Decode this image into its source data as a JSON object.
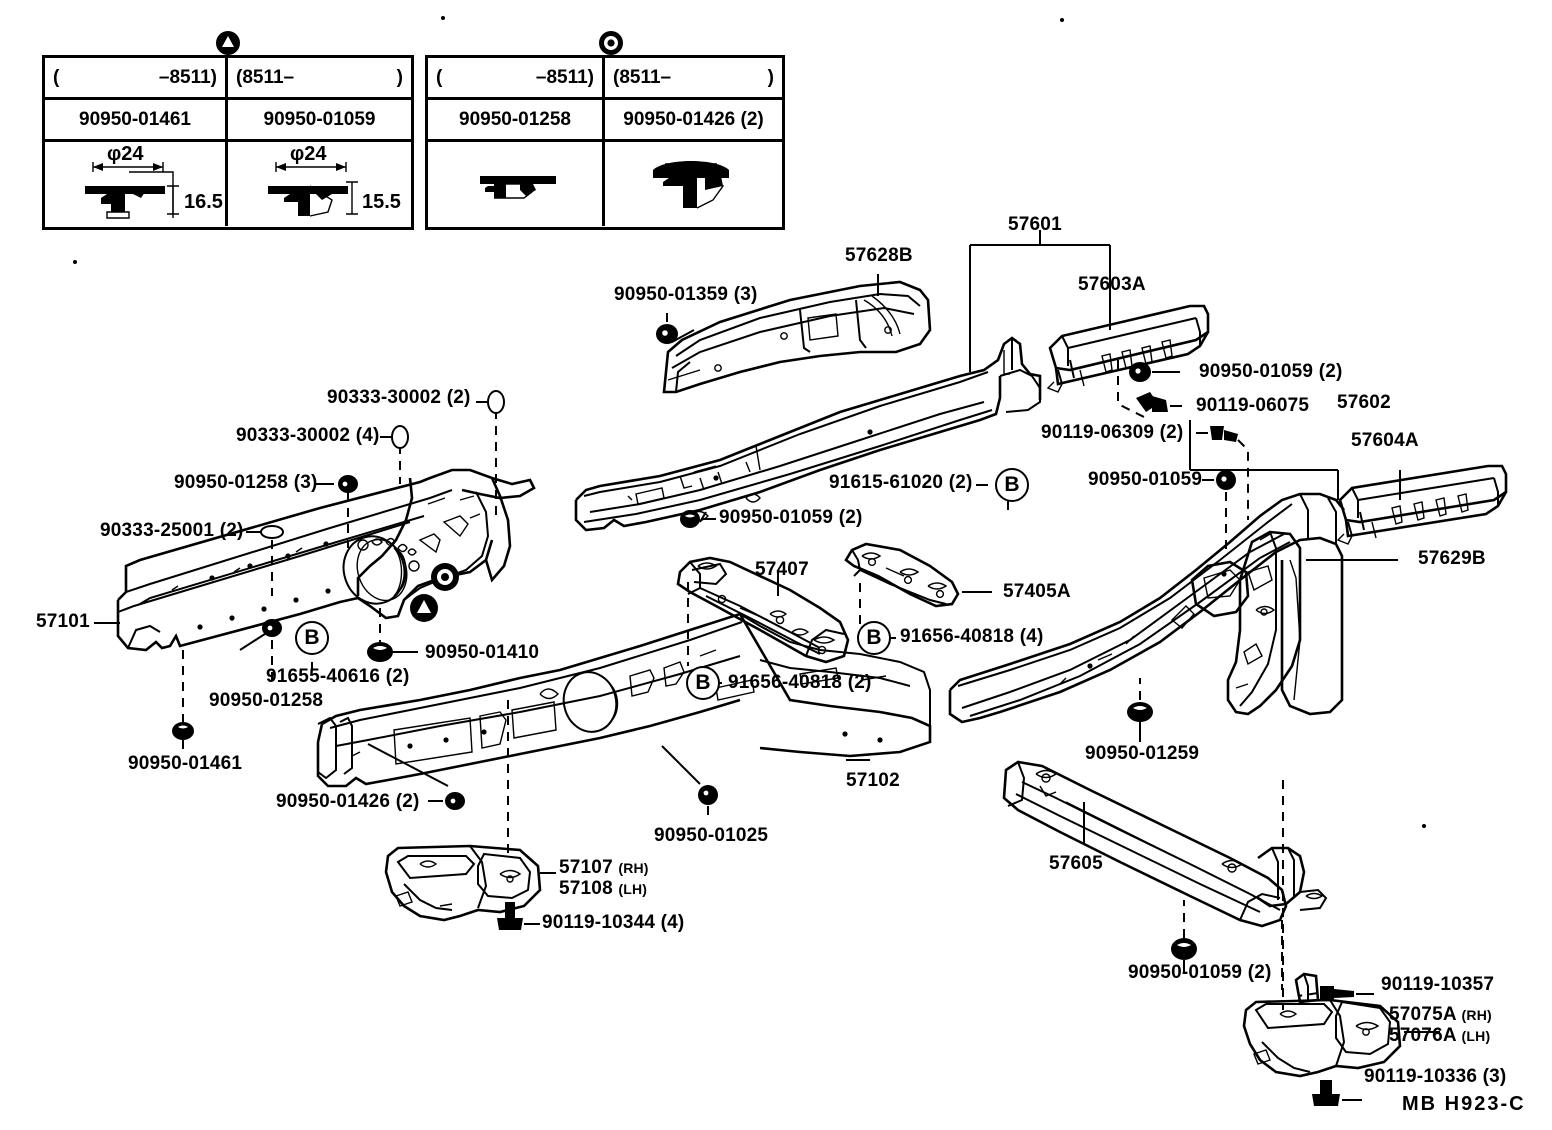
{
  "diagram": {
    "footer_code": "MB H923-C",
    "clip_tables": [
      {
        "marker": "triangle",
        "columns": [
          {
            "range_left": "(",
            "range_mid": "–8511)",
            "range_right": "",
            "part_no": "90950-01461",
            "dim_diameter": "φ24",
            "dim_height": "16.5"
          },
          {
            "range_left": "(8511–",
            "range_mid": "",
            "range_right": ")",
            "part_no": "90950-01059",
            "dim_diameter": "φ24",
            "dim_height": "15.5"
          }
        ]
      },
      {
        "marker": "circle-dot",
        "columns": [
          {
            "range_left": "(",
            "range_mid": "–8511)",
            "range_right": "",
            "part_no": "90950-01258",
            "dim_diameter": "",
            "dim_height": ""
          },
          {
            "range_left": "(8511–",
            "range_mid": "",
            "range_right": ")",
            "part_no": "90950-01426 (2)",
            "dim_diameter": "",
            "dim_height": ""
          }
        ]
      }
    ],
    "labels": [
      {
        "id": "l_90333_30002_2",
        "text": "90333-30002",
        "qty": "(2)"
      },
      {
        "id": "l_90333_30002_4",
        "text": "90333-30002",
        "qty": "(4)"
      },
      {
        "id": "l_90950_01258_3",
        "text": "90950-01258",
        "qty": "(3)"
      },
      {
        "id": "l_90333_25001_2",
        "text": "90333-25001",
        "qty": "(2)"
      },
      {
        "id": "l_57101",
        "text": "57101",
        "qty": ""
      },
      {
        "id": "l_91655_40616_2",
        "text": "91655-40616",
        "qty": "(2)"
      },
      {
        "id": "l_90950_01258",
        "text": "90950-01258",
        "qty": ""
      },
      {
        "id": "l_90950_01461",
        "text": "90950-01461",
        "qty": ""
      },
      {
        "id": "l_90950_01410",
        "text": "90950-01410",
        "qty": ""
      },
      {
        "id": "l_90950_01426_2",
        "text": "90950-01426",
        "qty": "(2)"
      },
      {
        "id": "l_90950_01025",
        "text": "90950-01025",
        "qty": ""
      },
      {
        "id": "l_57102",
        "text": "57102",
        "qty": ""
      },
      {
        "id": "l_57107_rh",
        "text": "57107",
        "qty": "(RH)"
      },
      {
        "id": "l_57108_lh",
        "text": "57108",
        "qty": "(LH)"
      },
      {
        "id": "l_90119_10344_4",
        "text": "90119-10344",
        "qty": "(4)"
      },
      {
        "id": "l_90950_01359_3",
        "text": "90950-01359",
        "qty": "(3)"
      },
      {
        "id": "l_57628B",
        "text": "57628B",
        "qty": ""
      },
      {
        "id": "l_90950_01059_2a",
        "text": "90950-01059",
        "qty": "(2)"
      },
      {
        "id": "l_91615_61020_2",
        "text": "91615-61020",
        "qty": "(2)"
      },
      {
        "id": "l_57407",
        "text": "57407",
        "qty": ""
      },
      {
        "id": "l_57405A",
        "text": "57405A",
        "qty": ""
      },
      {
        "id": "l_91656_40818_4",
        "text": "91656-40818",
        "qty": "(4)"
      },
      {
        "id": "l_91656_40818_2",
        "text": "91656-40818",
        "qty": "(2)"
      },
      {
        "id": "l_57601",
        "text": "57601",
        "qty": ""
      },
      {
        "id": "l_57603A",
        "text": "57603A",
        "qty": ""
      },
      {
        "id": "l_90950_01059_2b",
        "text": "90950-01059",
        "qty": "(2)"
      },
      {
        "id": "l_90119_06075",
        "text": "90119-06075",
        "qty": ""
      },
      {
        "id": "l_90119_06309_2",
        "text": "90119-06309",
        "qty": "(2)"
      },
      {
        "id": "l_90950_01059_c",
        "text": "90950-01059",
        "qty": ""
      },
      {
        "id": "l_57602",
        "text": "57602",
        "qty": ""
      },
      {
        "id": "l_57604A",
        "text": "57604A",
        "qty": ""
      },
      {
        "id": "l_57629B",
        "text": "57629B",
        "qty": ""
      },
      {
        "id": "l_90950_01259",
        "text": "90950-01259",
        "qty": ""
      },
      {
        "id": "l_57605",
        "text": "57605",
        "qty": ""
      },
      {
        "id": "l_90950_01059_2d",
        "text": "90950-01059",
        "qty": "(2)"
      },
      {
        "id": "l_90119_10357",
        "text": "90119-10357",
        "qty": ""
      },
      {
        "id": "l_57075A_rh",
        "text": "57075A",
        "qty": "(RH)"
      },
      {
        "id": "l_57076A_lh",
        "text": "57076A",
        "qty": "(LH)"
      },
      {
        "id": "l_90119_10336_3",
        "text": "90119-10336",
        "qty": "(3)"
      }
    ],
    "ref_badges": [
      {
        "id": "b1",
        "text": "B"
      },
      {
        "id": "b2",
        "text": "B"
      },
      {
        "id": "b3",
        "text": "B"
      },
      {
        "id": "b4",
        "text": "B"
      },
      {
        "id": "b5",
        "text": "B"
      }
    ]
  }
}
